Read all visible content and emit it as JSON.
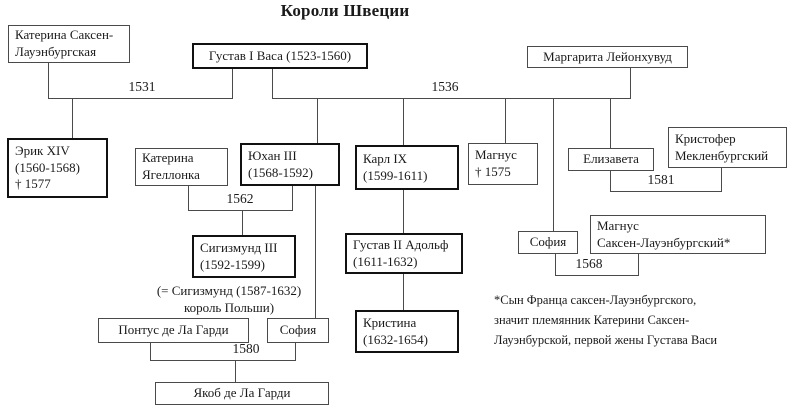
{
  "title": "Короли Швеции",
  "colors": {
    "line": "#4a4a4a",
    "bold_border": "#111111",
    "background": "#ffffff"
  },
  "nodes": {
    "katerina_sl": {
      "label": "Катерина Саксен-\nЛауэнбургская",
      "royal": false
    },
    "gustav_i": {
      "label": "Густав I Васа (1523-1560)",
      "royal": true
    },
    "margarita": {
      "label": "Маргарита Лейонхувуд",
      "royal": false
    },
    "erik_xiv": {
      "label": "Эрик XIV\n(1560-1568)\n† 1577",
      "royal": true
    },
    "katerina_jag": {
      "label": "Катерина\nЯгеллонка",
      "royal": false
    },
    "juhan_iii": {
      "label": "Юхан III\n(1568-1592)",
      "royal": true
    },
    "karl_ix": {
      "label": "Карл IX\n(1599-1611)",
      "royal": true
    },
    "magnus_1575": {
      "label": "Магнус\n† 1575",
      "royal": false
    },
    "elizaveta": {
      "label": "Елизавета",
      "royal": false
    },
    "kristofer": {
      "label": "Кристофер\nМекленбургский",
      "royal": false
    },
    "sigizmund_iii": {
      "label": "Сигизмунд III\n(1592-1599)",
      "royal": true
    },
    "gustav_ii": {
      "label": "Густав II Адольф\n(1611-1632)",
      "royal": true
    },
    "sofia_right": {
      "label": "София",
      "royal": false
    },
    "magnus_sl": {
      "label": "Магнус\nСаксен-Лауэнбургский*",
      "royal": false
    },
    "kristina": {
      "label": "Кристина\n(1632-1654)",
      "royal": true
    },
    "pontus": {
      "label": "Понтус де Ла Гарди",
      "royal": false
    },
    "sofia_left": {
      "label": "София",
      "royal": false
    },
    "jakob": {
      "label": "Якоб де Ла Гарди",
      "royal": false
    }
  },
  "marriage_years": {
    "y1531": "1531",
    "y1536": "1536",
    "y1562": "1562",
    "y1581": "1581",
    "y1568": "1568",
    "y1580": "1580"
  },
  "note_sigizmund": "(= Сигизмунд (1587-1632)\nкороль Польши)",
  "footnote": "*Сын Франца саксен-Лауэнбургского,\nзначит племянник Катерини Саксен-\nЛауэнбурской, первой жены Густава Васи"
}
